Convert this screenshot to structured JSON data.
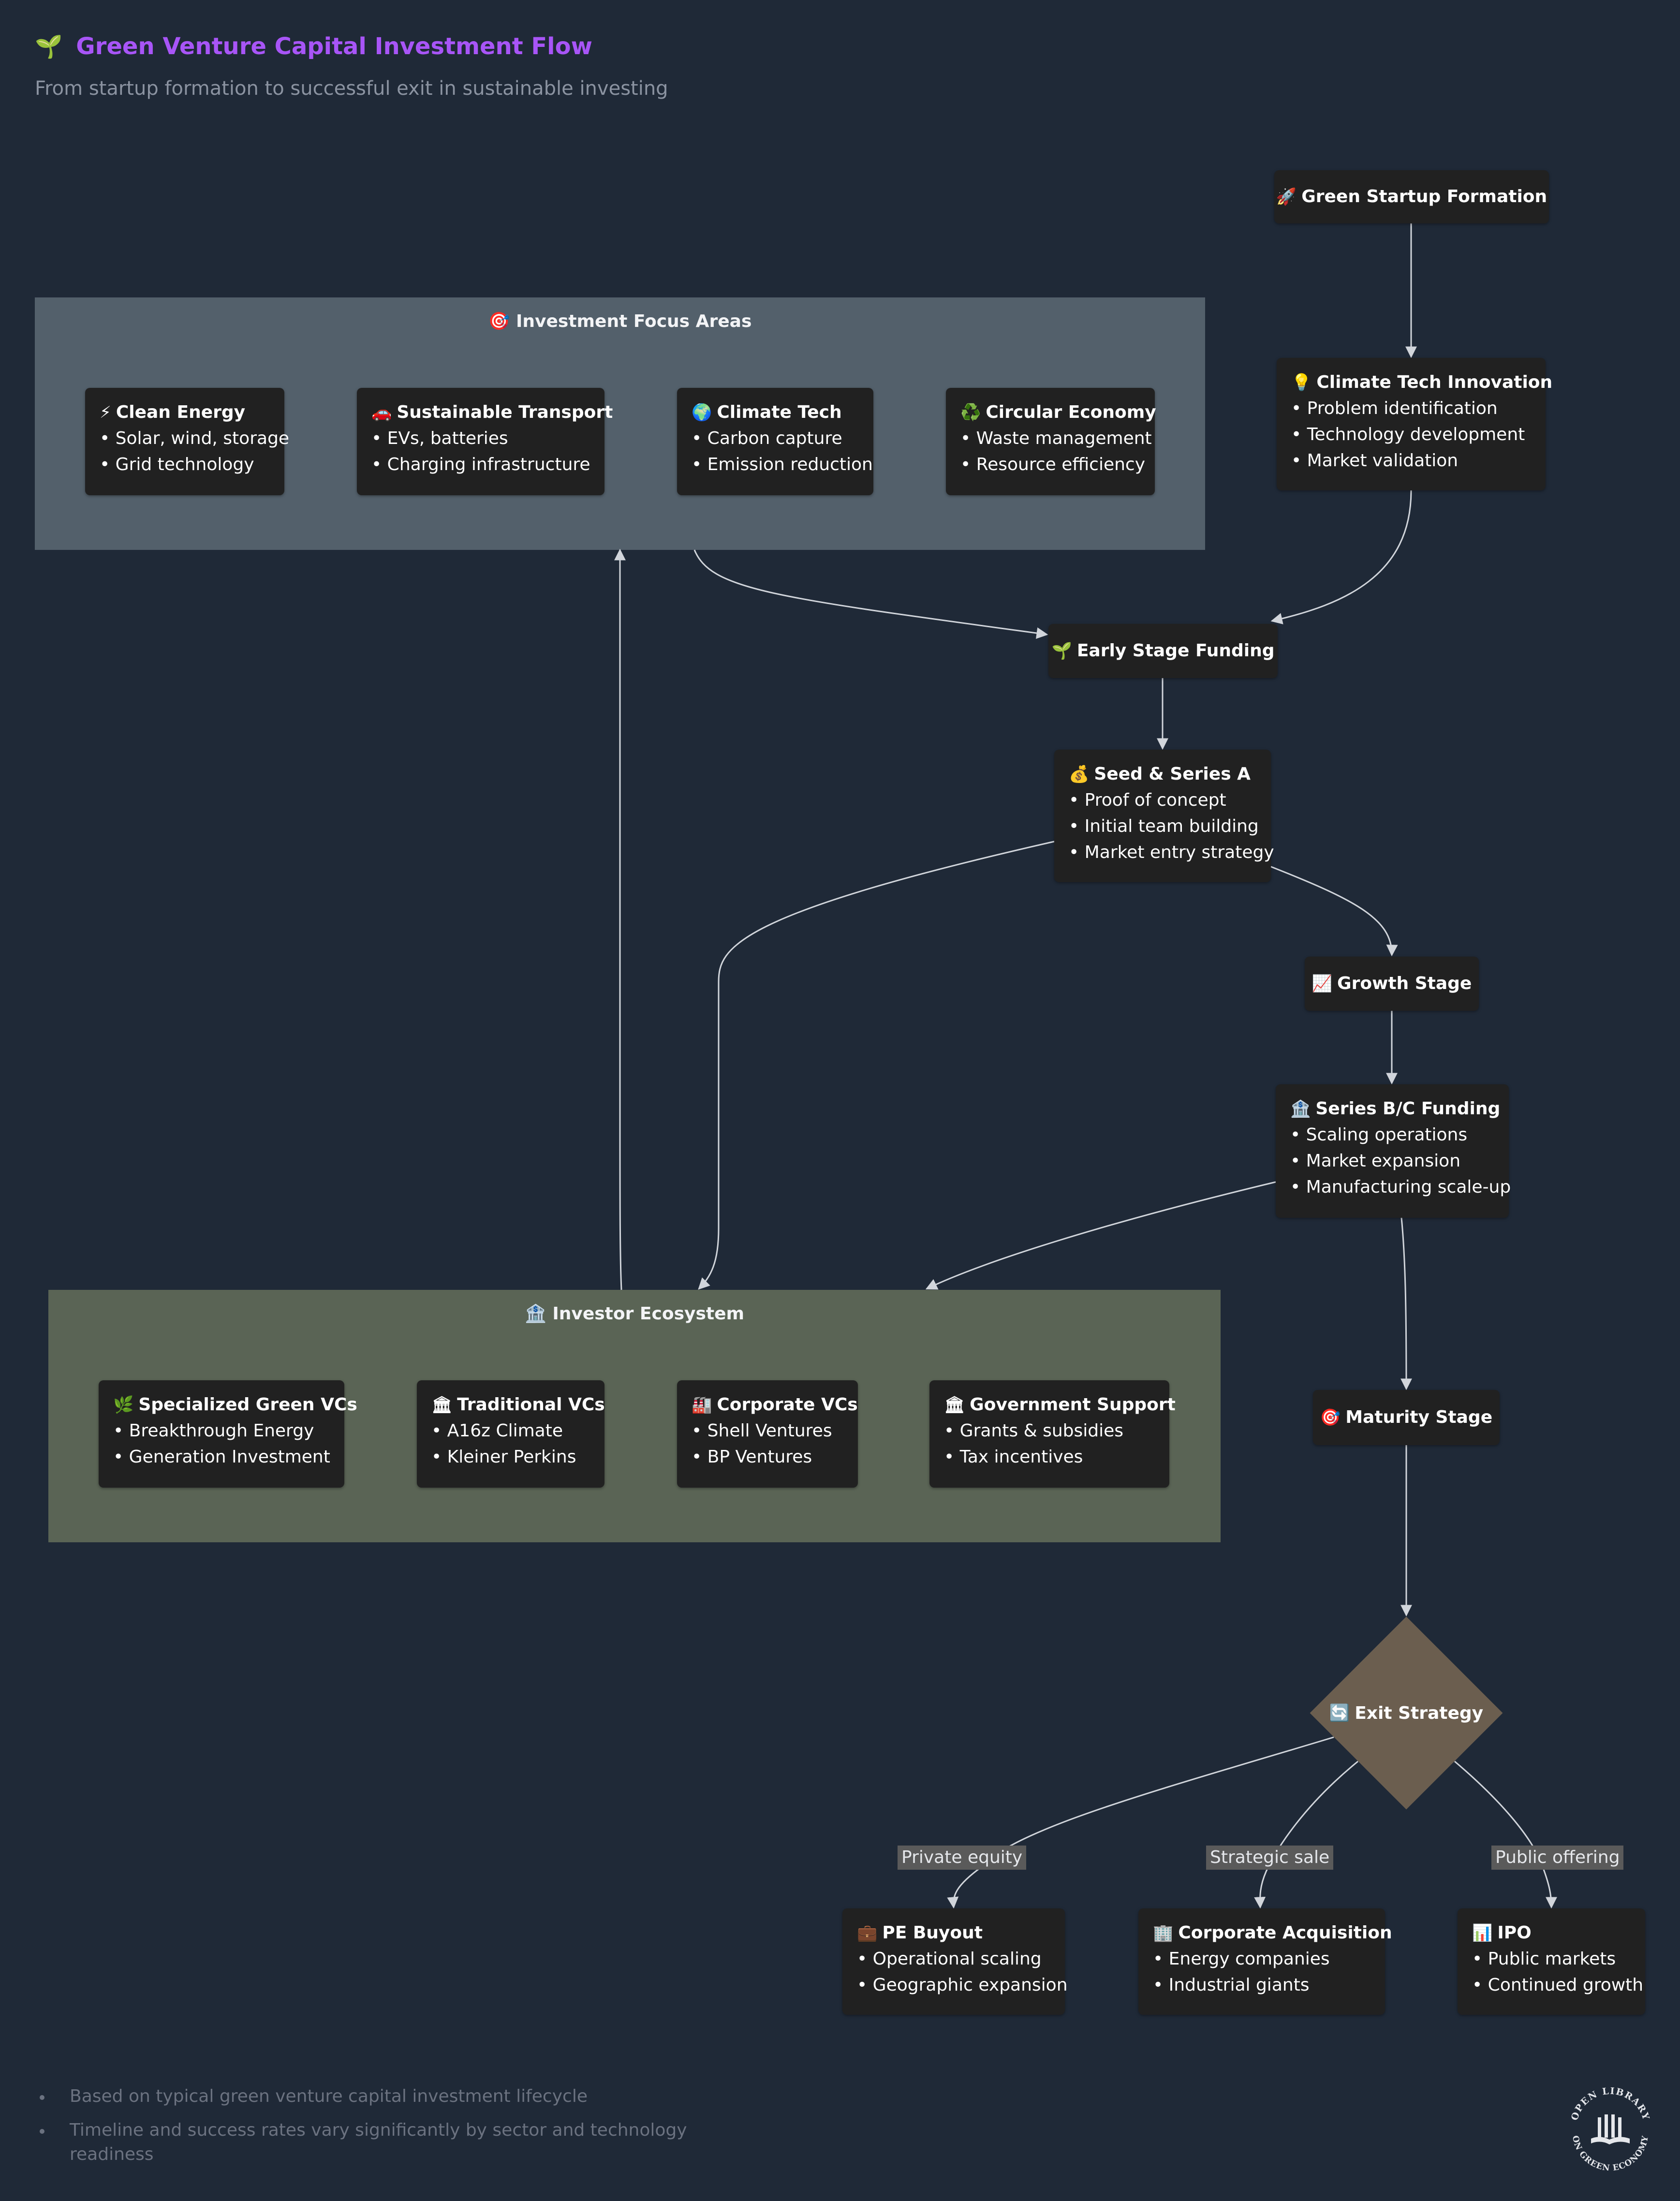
{
  "header": {
    "icon": "🌱",
    "title": "Green Venture Capital Investment Flow",
    "subtitle": "From startup formation to successful exit in sustainable investing"
  },
  "colors": {
    "background": "#1f2937",
    "title": "#a855f7",
    "node": "#212121",
    "focus_group": "#53606b",
    "investor_group": "#5a6455",
    "diamond": "#6b5e4f",
    "edge": "#d1d5db"
  },
  "nodes": {
    "startup": {
      "icon": "🚀",
      "title": "Green Startup Formation"
    },
    "innovation": {
      "icon": "💡",
      "title": "Climate Tech Innovation",
      "lines": [
        "• Problem identification",
        "• Technology development",
        "• Market validation"
      ]
    },
    "early": {
      "icon": "🌱",
      "title": "Early Stage Funding"
    },
    "seed": {
      "icon": "💰",
      "title": "Seed & Series A",
      "lines": [
        "• Proof of concept",
        "• Initial team building",
        "• Market entry strategy"
      ]
    },
    "growth": {
      "icon": "📈",
      "title": "Growth Stage"
    },
    "seriesbc": {
      "icon": "🏦",
      "title": "Series B/C Funding",
      "lines": [
        "• Scaling operations",
        "• Market expansion",
        "• Manufacturing scale-up"
      ]
    },
    "maturity": {
      "icon": "🎯",
      "title": "Maturity Stage"
    },
    "exit": {
      "icon": "🔄",
      "title": "Exit Strategy"
    },
    "pe": {
      "icon": "💼",
      "title": "PE Buyout",
      "lines": [
        "• Operational scaling",
        "• Geographic expansion"
      ]
    },
    "corp_acq": {
      "icon": "🏢",
      "title": "Corporate Acquisition",
      "lines": [
        "• Energy companies",
        "• Industrial giants"
      ]
    },
    "ipo": {
      "icon": "📊",
      "title": "IPO",
      "lines": [
        "• Public markets",
        "• Continued growth"
      ]
    }
  },
  "focus_areas": {
    "icon": "🎯",
    "title": "Investment Focus Areas",
    "items": [
      {
        "icon": "⚡",
        "title": "Clean Energy",
        "lines": [
          "• Solar, wind, storage",
          "• Grid technology"
        ]
      },
      {
        "icon": "🚗",
        "title": "Sustainable Transport",
        "lines": [
          "• EVs, batteries",
          "• Charging infrastructure"
        ]
      },
      {
        "icon": "🌍",
        "title": "Climate Tech",
        "lines": [
          "• Carbon capture",
          "• Emission reduction"
        ]
      },
      {
        "icon": "♻️",
        "title": "Circular Economy",
        "lines": [
          "• Waste management",
          "• Resource efficiency"
        ]
      }
    ]
  },
  "investors": {
    "icon": "🏦",
    "title": "Investor Ecosystem",
    "items": [
      {
        "icon": "🌿",
        "title": "Specialized Green VCs",
        "lines": [
          "• Breakthrough Energy",
          "• Generation Investment"
        ]
      },
      {
        "icon": "🏛",
        "title": "Traditional VCs",
        "lines": [
          "• A16z Climate",
          "• Kleiner Perkins"
        ]
      },
      {
        "icon": "🏭",
        "title": "Corporate VCs",
        "lines": [
          "• Shell Ventures",
          "• BP Ventures"
        ]
      },
      {
        "icon": "🏛",
        "title": "Government Support",
        "lines": [
          "• Grants & subsidies",
          "• Tax incentives"
        ]
      }
    ]
  },
  "edge_labels": {
    "private_equity": "Private equity",
    "strategic_sale": "Strategic sale",
    "public_offering": "Public offering"
  },
  "notes": [
    "Based on typical green venture capital investment lifecycle",
    "Timeline and success rates vary significantly by sector and technology readiness"
  ],
  "logo": {
    "text_top": "OPEN LIBRARY",
    "text_bottom": "ON GREEN ECONOMY",
    "icon": "library-icon"
  }
}
